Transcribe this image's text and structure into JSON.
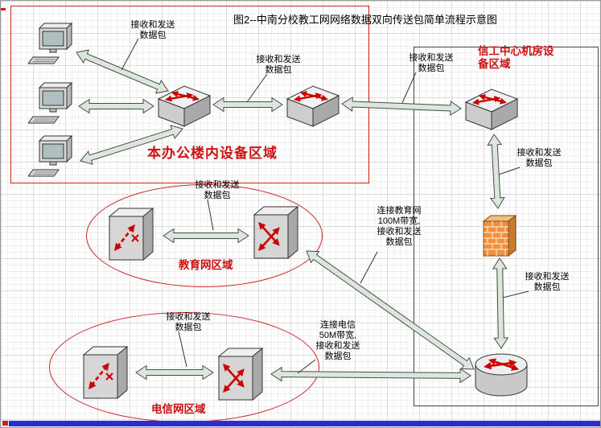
{
  "canvas": {
    "title": "图2--中南分校教工网网络数据双向传送包简单流程示意图"
  },
  "areas": {
    "office": {
      "label": "本办公楼内设备区域"
    },
    "info_center": {
      "label": "信工中心机房设备区域"
    },
    "education": {
      "label": "教育网区域"
    },
    "telecom": {
      "label": "电信网区域"
    }
  },
  "flow_labels": {
    "recv_send": {
      "l1": "接收和发送",
      "l2": "数据包"
    },
    "edu_link": {
      "l1": "连接教育网",
      "l2": "100M带宽,",
      "l3": "接收和发送",
      "l4": "数据包"
    },
    "tel_link": {
      "l1": "连接电信",
      "l2": "50M带宽,",
      "l3": "接收和发送",
      "l4": "数据包"
    }
  },
  "icons": {
    "workstation": "pc-workstation-icon",
    "lan_switch": "lan-switch-icon",
    "atm_switch_dashed": "atm-switch-dashed-icon",
    "atm_switch_cross": "atm-switch-cross-icon",
    "firewall": "firewall-icon",
    "router": "router-icon"
  },
  "colors": {
    "area_border_red": "#cc2222",
    "label_red": "#cc1111",
    "device_arrow_red": "#cc0000",
    "firewall_orange": "#ef9140",
    "flow_arrow_fill": "#dbe7db",
    "bottom_bar_blue": "#2b2bd0"
  }
}
